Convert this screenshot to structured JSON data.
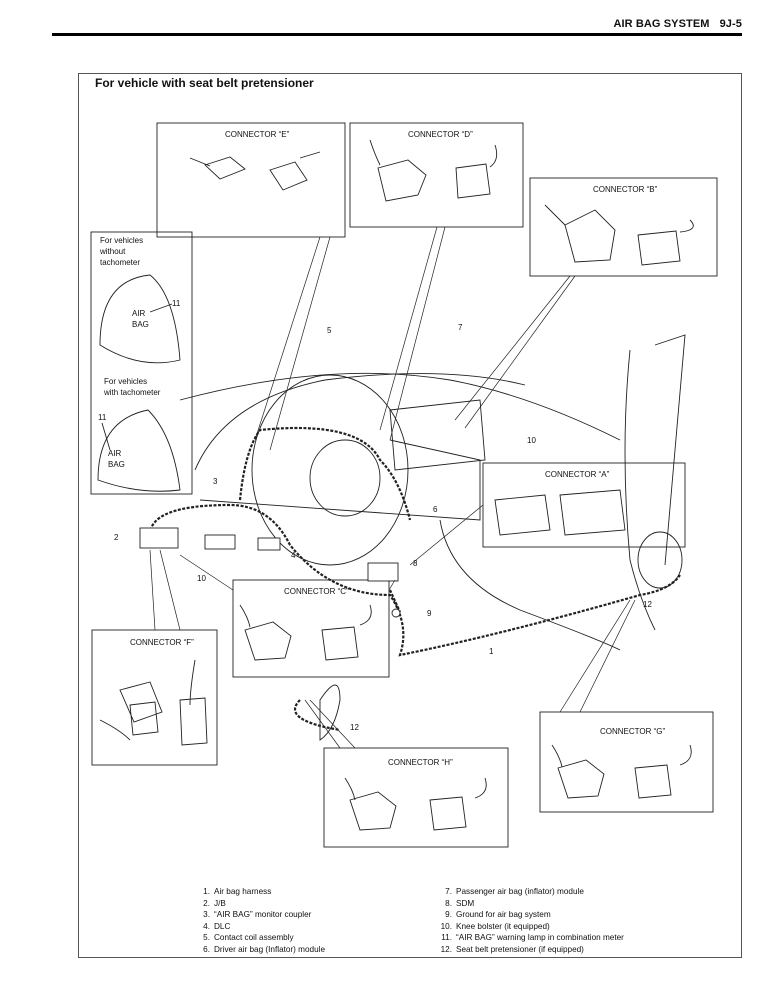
{
  "header": {
    "section": "AIR BAG SYSTEM",
    "page": "9J-5"
  },
  "figure": {
    "title": "For vehicle with seat belt pretensioner",
    "connectors": {
      "E": "CONNECTOR “E”",
      "D": "CONNECTOR “D”",
      "B": "CONNECTOR “B”",
      "A": "CONNECTOR “A”",
      "C": "CONNECTOR “C”",
      "F": "CONNECTOR “F”",
      "G": "CONNECTOR “G”",
      "H": "CONNECTOR “H”"
    },
    "inset": {
      "without_tach_1": "For vehicles",
      "without_tach_2": "without",
      "without_tach_3": "tachometer",
      "with_tach_1": "For vehicles",
      "with_tach_2": "with tachometer",
      "airbag_1": "AIR",
      "airbag_2": "BAG",
      "callout": "11"
    },
    "callouts": [
      "1",
      "2",
      "3",
      "4",
      "5",
      "6",
      "7",
      "8",
      "9",
      "10",
      "10",
      "12",
      "12"
    ]
  },
  "legend": {
    "left": [
      {
        "n": "1.",
        "t": "Air bag harness"
      },
      {
        "n": "2.",
        "t": "J/B"
      },
      {
        "n": "3.",
        "t": "“AIR BAG” monitor coupler"
      },
      {
        "n": "4.",
        "t": "DLC"
      },
      {
        "n": "5.",
        "t": "Contact coil assembly"
      },
      {
        "n": "6.",
        "t": "Driver air bag (Inflator) module"
      }
    ],
    "right": [
      {
        "n": "7.",
        "t": "Passenger air bag (inflator) module"
      },
      {
        "n": "8.",
        "t": "SDM"
      },
      {
        "n": "9.",
        "t": "Ground for air bag system"
      },
      {
        "n": "10.",
        "t": "Knee bolster (it equipped)"
      },
      {
        "n": "11.",
        "t": "“AIR BAG” warning lamp in combination meter"
      },
      {
        "n": "12.",
        "t": "Seat belt pretensioner (if equipped)"
      }
    ]
  }
}
